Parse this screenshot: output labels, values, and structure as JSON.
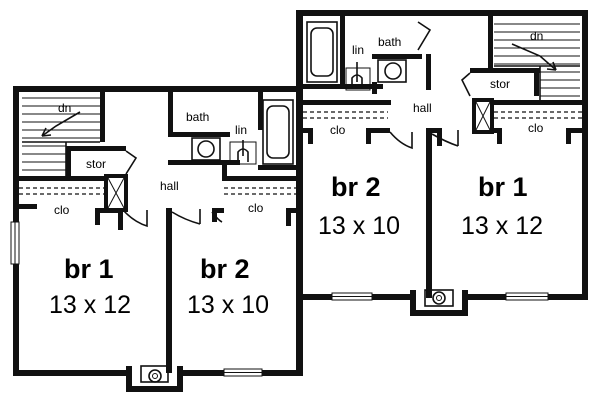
{
  "left_unit": {
    "stairs_label": "dn",
    "storage_label": "stor",
    "bath_label": "bath",
    "linen_label": "lin",
    "hall_label": "hall",
    "closet1_label": "clo",
    "closet2_label": "clo",
    "bedroom1": {
      "name": "br 1",
      "size": "13 x 12"
    },
    "bedroom2": {
      "name": "br 2",
      "size": "13 x 10"
    }
  },
  "right_unit": {
    "stairs_label": "dn",
    "storage_label": "stor",
    "bath_label": "bath",
    "linen_label": "lin",
    "hall_label": "hall",
    "closet1_label": "clo",
    "closet2_label": "clo",
    "bedroom1": {
      "name": "br 1",
      "size": "13 x 12"
    },
    "bedroom2": {
      "name": "br 2",
      "size": "13 x 10"
    }
  },
  "colors": {
    "ink": "#111111",
    "paper": "#ffffff"
  }
}
